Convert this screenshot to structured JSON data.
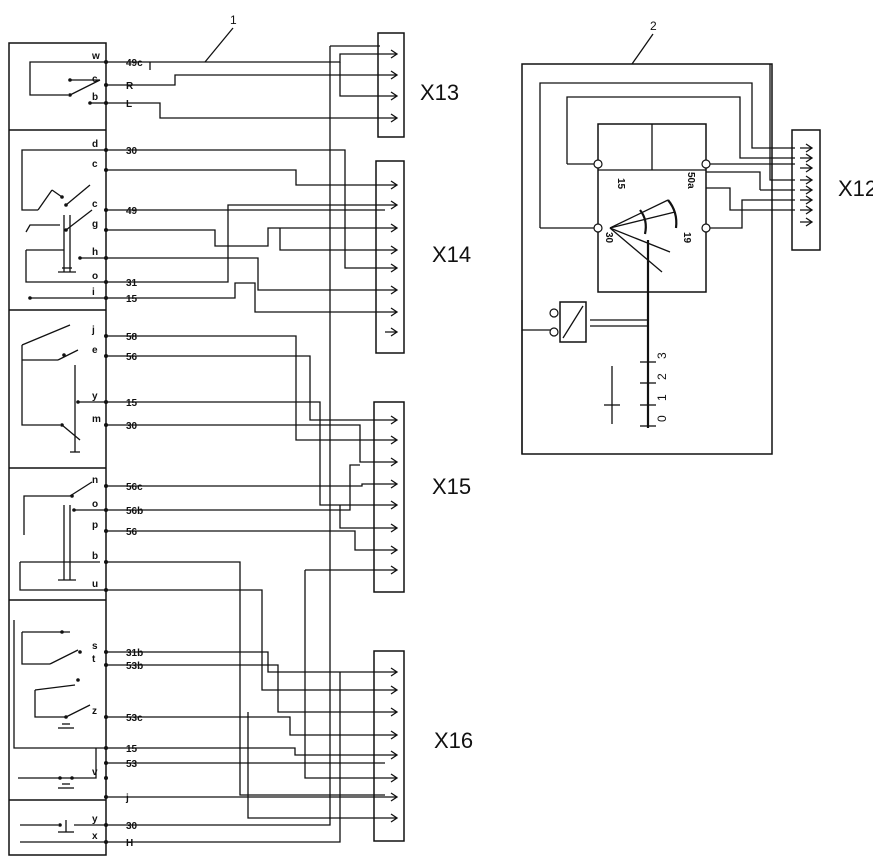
{
  "callouts": [
    "1",
    "2"
  ],
  "connectors": [
    "X13",
    "X14",
    "X15",
    "X16",
    "X12"
  ],
  "groups": [
    {
      "name": "g1",
      "terms": [
        [
          "w",
          "49c"
        ],
        [
          "c",
          "R"
        ],
        [
          "b",
          "L"
        ]
      ]
    },
    {
      "name": "g2",
      "terms": [
        [
          "d",
          "30"
        ],
        [
          "c",
          ""
        ],
        [
          "c",
          "49"
        ],
        [
          "g",
          ""
        ],
        [
          "h",
          ""
        ],
        [
          "o",
          "31"
        ],
        [
          "i",
          "15"
        ]
      ]
    },
    {
      "name": "g3",
      "terms": [
        [
          "j",
          "58"
        ],
        [
          "e",
          "56"
        ],
        [
          "y",
          "15"
        ],
        [
          "m",
          "30"
        ]
      ]
    },
    {
      "name": "g4",
      "terms": [
        [
          "n",
          "56c"
        ],
        [
          "o",
          "56b"
        ],
        [
          "p",
          "56"
        ],
        [
          "b",
          ""
        ],
        [
          "u",
          ""
        ]
      ]
    },
    {
      "name": "g5",
      "terms": [
        [
          "s",
          "31b"
        ],
        [
          "t",
          "53b"
        ],
        [
          "z",
          "53c"
        ],
        [
          "",
          "15"
        ],
        [
          "",
          "53"
        ],
        [
          "v",
          ""
        ],
        [
          "",
          "j"
        ]
      ]
    },
    {
      "name": "g6",
      "terms": [
        [
          "y",
          "30"
        ],
        [
          "x",
          "H"
        ]
      ]
    }
  ],
  "ignition_switch": {
    "terminals": [
      "15",
      "50a",
      "30",
      "19"
    ],
    "positions": [
      "0",
      "1",
      "2",
      "3"
    ]
  }
}
